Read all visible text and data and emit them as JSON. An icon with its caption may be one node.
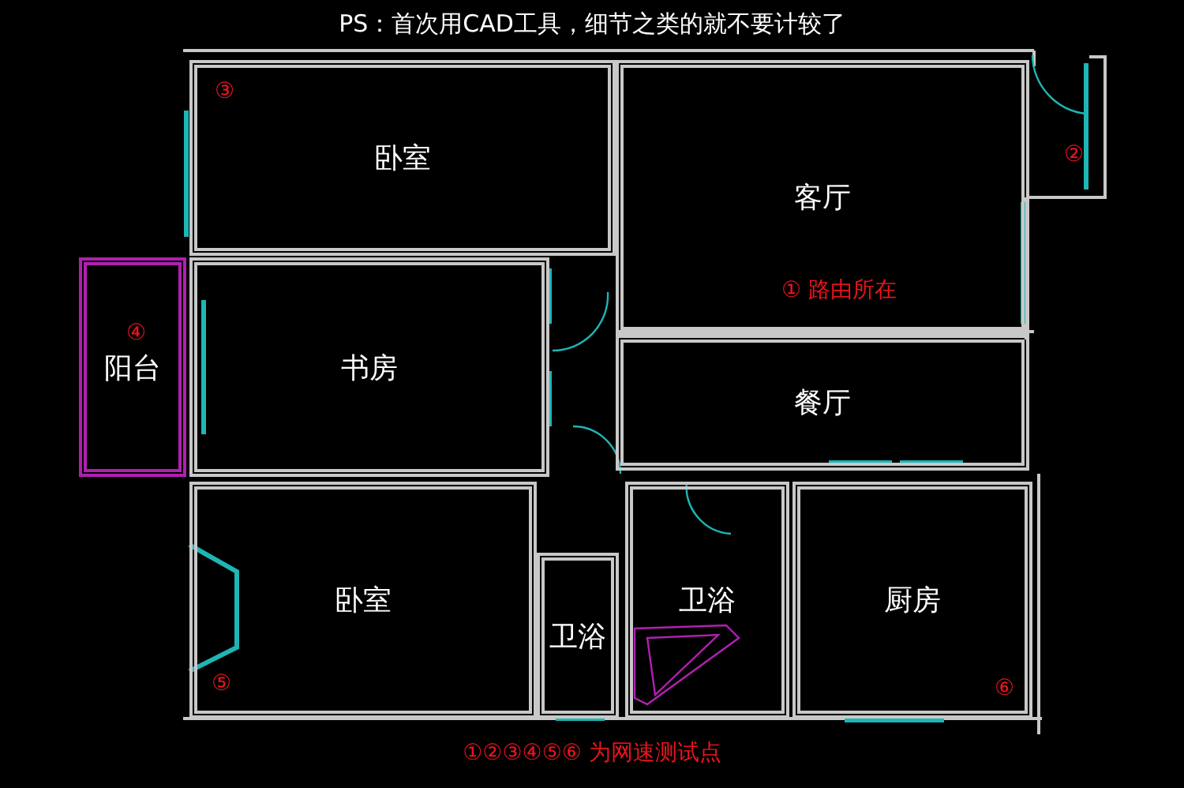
{
  "diagram": {
    "title": "PS：首次用CAD工具，细节之类的就不要计较了",
    "caption": "①②③④⑤⑥ 为网速测试点",
    "nodes": [
      {
        "text": [
          "卧室"
        ]
      },
      {
        "text": [
          "客厅"
        ]
      },
      {
        "text": [
          "书房"
        ]
      },
      {
        "text": [
          "阳台"
        ]
      },
      {
        "text": [
          "餐厅"
        ]
      },
      {
        "text": [
          "卧室"
        ]
      },
      {
        "text": [
          "卫浴"
        ]
      },
      {
        "text": [
          "卫浴"
        ]
      },
      {
        "text": [
          "厨房"
        ]
      }
    ],
    "edges": [],
    "labels": [
      "③",
      "②",
      "① 路由所在",
      "④",
      "⑤",
      "⑥"
    ]
  }
}
